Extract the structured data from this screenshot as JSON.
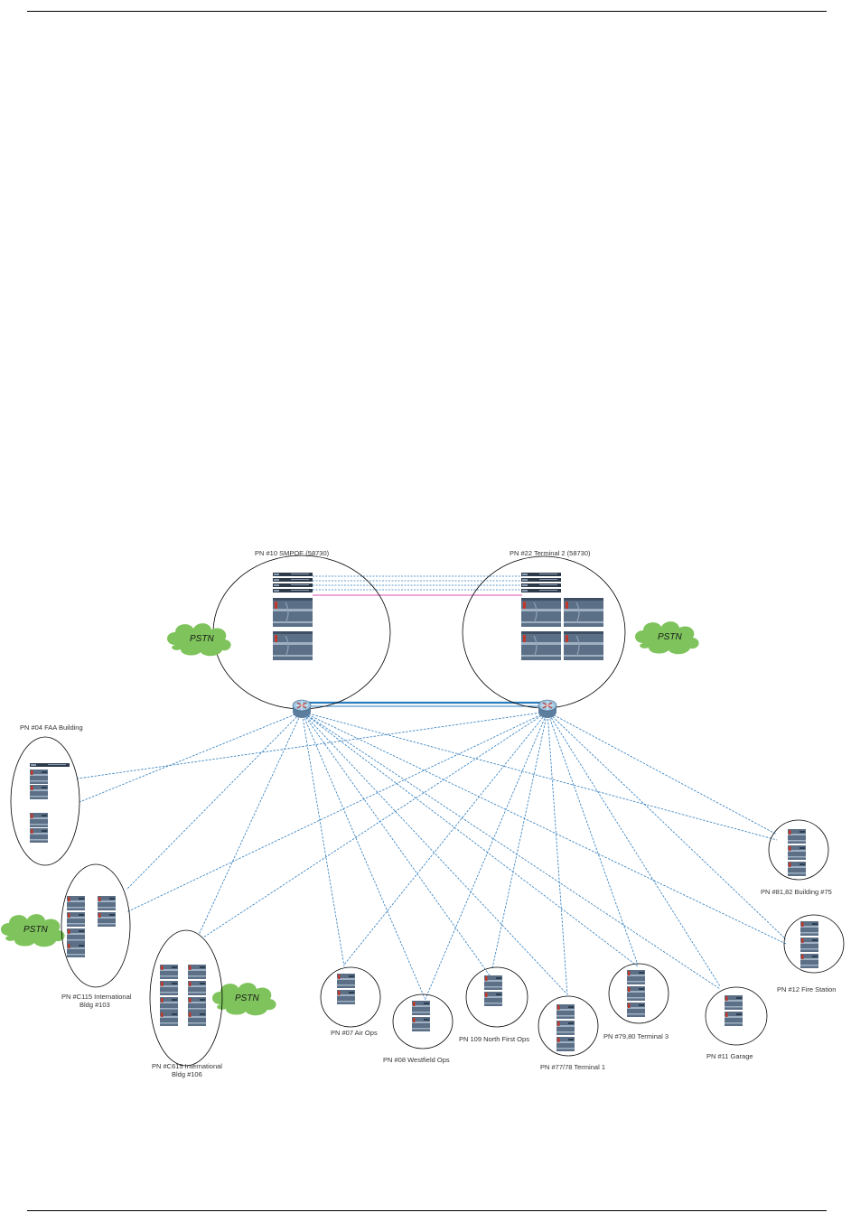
{
  "colors": {
    "link": "#2b7bbd",
    "trunk": "#2b7bbd",
    "pink_link": "#d94fb5",
    "cloud": "#7ec35b",
    "switch_body": "#5b6f86",
    "switch_light": "#9fb0c2",
    "switch_accent": "#c0392b"
  },
  "cloud_label": "PSTN",
  "sites": {
    "core_left": "PN #10 SMPOE (58730)",
    "core_right": "PN #22 Terminal 2 (58730)",
    "faa": "PN #04 FAA Building",
    "intl103_line1": "PN #C115 International",
    "intl103_line2": "Bldg #103",
    "intl106_line1": "PN #C615 International",
    "intl106_line2": "Bldg #106",
    "airops": "PN #07 Air Ops",
    "westfield": "PN #08 Westfield Ops",
    "northfirst": "PN 109 North First Ops",
    "terminal1": "PN #77/78 Terminal 1",
    "terminal3": "PN #79,80 Terminal 3",
    "garage": "PN #11 Garage",
    "bldg75": "PN #81,82 Building #75",
    "firestation": "PN #12 Fire Station"
  }
}
